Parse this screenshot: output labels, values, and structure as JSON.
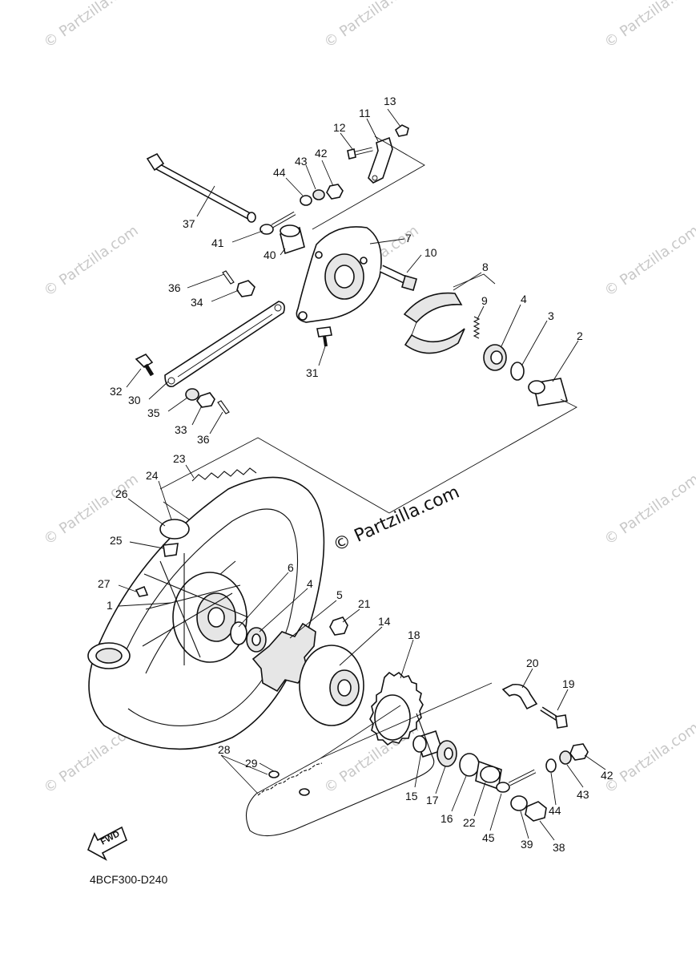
{
  "diagram": {
    "code": "4BCF300-D240",
    "fwd_label": "FWD",
    "brand_watermark": "© Partzilla.com",
    "tile_watermark": "© Partzilla.com",
    "callouts": {
      "c1": "1",
      "c2": "2",
      "c3": "3",
      "c4a": "4",
      "c4b": "4",
      "c5": "5",
      "c6": "6",
      "c7": "7",
      "c8": "8",
      "c9": "9",
      "c10": "10",
      "c11": "11",
      "c12": "12",
      "c13": "13",
      "c14": "14",
      "c15": "15",
      "c16": "16",
      "c17": "17",
      "c18": "18",
      "c19": "19",
      "c20": "20",
      "c21": "21",
      "c22": "22",
      "c23": "23",
      "c24": "24",
      "c25": "25",
      "c26": "26",
      "c27": "27",
      "c28": "28",
      "c29": "29",
      "c30": "30",
      "c31": "31",
      "c32": "32",
      "c33": "33",
      "c34": "34",
      "c35": "35",
      "c36a": "36",
      "c36b": "36",
      "c37": "37",
      "c38": "38",
      "c39": "39",
      "c40": "40",
      "c41": "41",
      "c42a": "42",
      "c42b": "42",
      "c43a": "43",
      "c43b": "43",
      "c44a": "44",
      "c44b": "44",
      "c45": "45"
    }
  }
}
